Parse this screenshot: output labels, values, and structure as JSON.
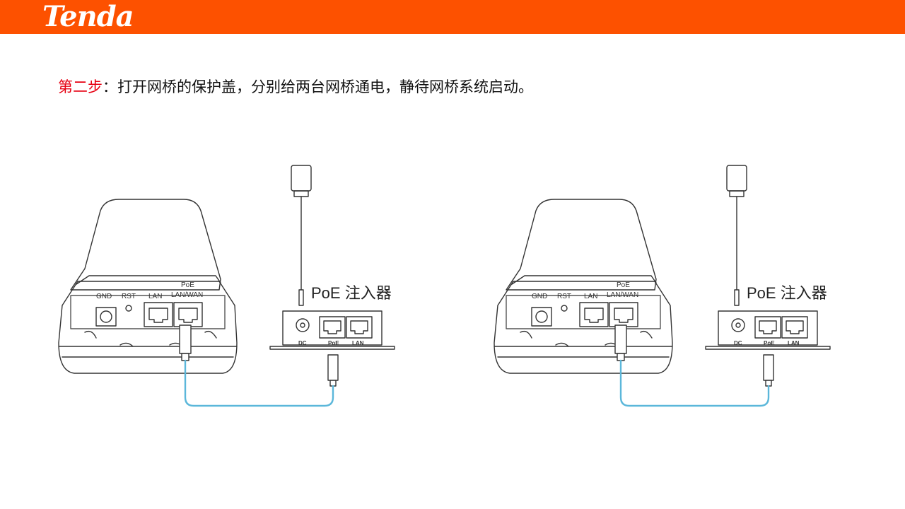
{
  "header": {
    "logo_text": "Tenda",
    "bar_color": "#fd5100"
  },
  "instruction": {
    "step_label": "第二步",
    "text": "：打开网桥的保护盖，分别给两台网桥通电，静待网桥系统启动。"
  },
  "diagrams": [
    {
      "bridge_ports": {
        "gnd": "GND",
        "rst": "RST",
        "lan": "LAN",
        "poe_line1": "PoE",
        "poe_line2": "LAN/WAN"
      },
      "injector_label": "PoE 注入器",
      "injector_ports": {
        "dc": "DC",
        "poe": "PoE",
        "lan": "LAN"
      }
    },
    {
      "bridge_ports": {
        "gnd": "GND",
        "rst": "RST",
        "lan": "LAN",
        "poe_line1": "PoE",
        "poe_line2": "LAN/WAN"
      },
      "injector_label": "PoE 注入器",
      "injector_ports": {
        "dc": "DC",
        "poe": "PoE",
        "lan": "LAN"
      }
    }
  ],
  "colors": {
    "cable": "#5bb7da",
    "outline": "#333333",
    "highlight_text": "#e60012"
  }
}
